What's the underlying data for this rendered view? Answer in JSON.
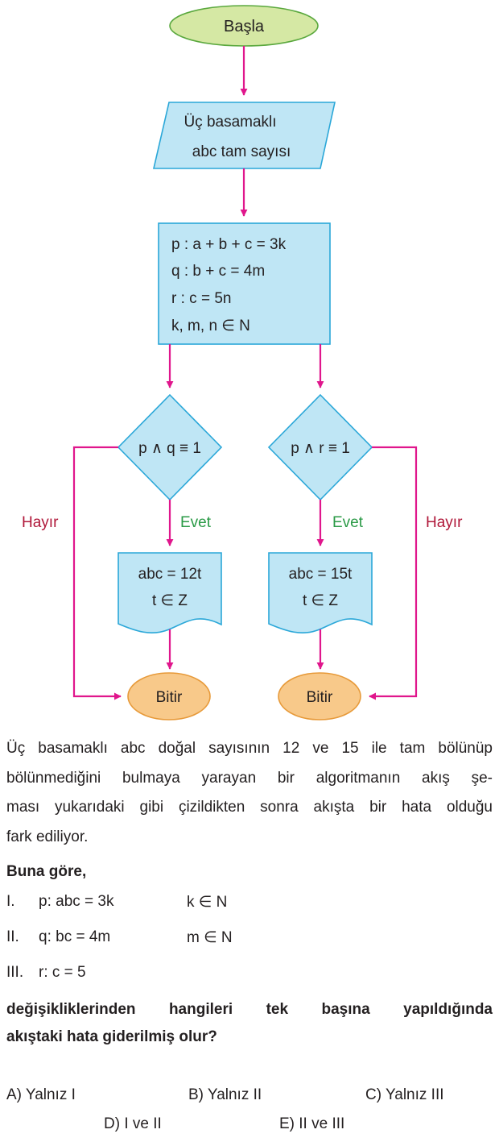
{
  "flowchart": {
    "start": "Başla",
    "input": [
      "Üç basamaklı",
      "abc tam sayısı"
    ],
    "process": [
      "p : a + b + c = 3k",
      "q : b + c = 4m",
      "r : c = 5n",
      "k, m, n ∈ N"
    ],
    "decision_left": "p ∧ q ≡ 1",
    "decision_right": "p ∧ r ≡ 1",
    "yes": "Evet",
    "no": "Hayır",
    "output_left": [
      "abc = 12t",
      "t ∈ Z"
    ],
    "output_right": [
      "abc = 15t",
      "t ∈ Z"
    ],
    "end": "Bitir",
    "colors": {
      "start_fill": "#d5e8a4",
      "start_stroke": "#5aa83e",
      "box_fill": "#bfe6f5",
      "box_stroke": "#2aa7d8",
      "end_fill": "#f8c98a",
      "end_stroke": "#e79a3a",
      "arrow": "#e0168c",
      "yes_color": "#2a9a46",
      "no_color": "#b0183a"
    }
  },
  "question": {
    "paragraph_lines": [
      "Üç basamaklı abc doğal sayısının 12 ve 15 ile tam bölünüp",
      "bölünmediğini bulmaya yarayan bir algoritmanın akış şe-",
      "ması yukarıdaki gibi çizildikten sonra akışta bir hata olduğu",
      "fark ediliyor."
    ],
    "prompt": "Buna göre,",
    "items": [
      {
        "num": "I.",
        "expr": "p: abc = 3k",
        "cond": "k ∈ N"
      },
      {
        "num": "II.",
        "expr": "q: bc = 4m",
        "cond": "m ∈ N"
      },
      {
        "num": "III.",
        "expr": "r: c = 5",
        "cond": ""
      }
    ],
    "ask_lines": [
      "değişikliklerinden hangileri tek başına yapıldığında",
      "akıştaki hata giderilmiş olur?"
    ],
    "options": {
      "A": "A) Yalnız I",
      "B": "B) Yalnız II",
      "C": "C) Yalnız III",
      "D": "D) I ve II",
      "E": "E) II ve III"
    }
  }
}
